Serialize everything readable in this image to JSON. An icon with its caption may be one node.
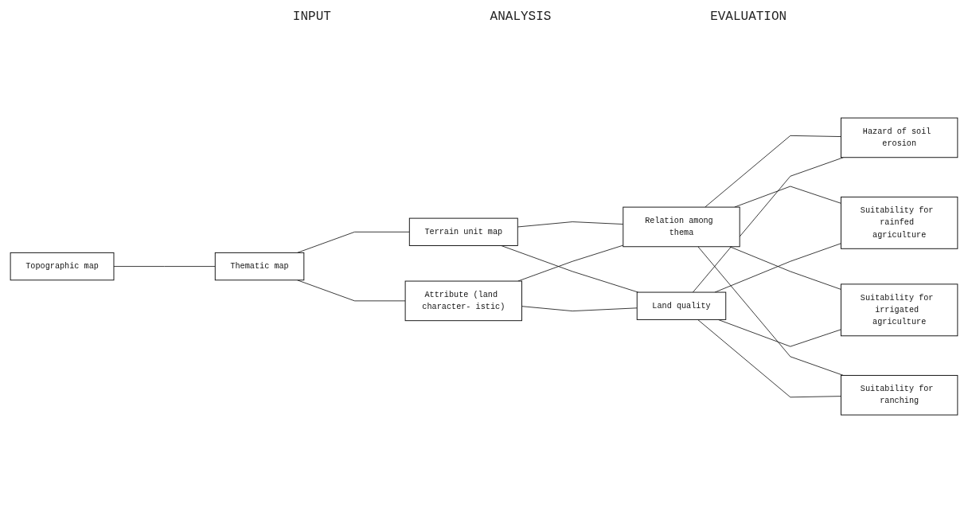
{
  "diagram": {
    "nodes": [
      {
        "text": [
          "Topographic map"
        ]
      },
      {
        "text": [
          "Thematic map"
        ]
      },
      {
        "text": [
          "Terrain unit map"
        ]
      },
      {
        "text": [
          "Attribute (land character- istic)"
        ]
      },
      {
        "text": [
          "Relation among thema"
        ]
      },
      {
        "text": [
          "Land quality"
        ]
      },
      {
        "text": [
          "Hazard of soil erosion"
        ]
      },
      {
        "text": [
          "Suitability for rainfed agriculture"
        ]
      },
      {
        "text": [
          "Suitability for irrigated agriculture"
        ]
      },
      {
        "text": [
          "Suitability for ranching"
        ]
      }
    ],
    "edges": [
      {
        "from": 0,
        "to": 1,
        "arrow": "none"
      },
      {
        "from": 1,
        "to": 2,
        "arrow": "none"
      },
      {
        "from": 1,
        "to": 3,
        "arrow": "none"
      },
      {
        "from": 2,
        "to": 4,
        "arrow": "none"
      },
      {
        "from": 2,
        "to": 5,
        "arrow": "none"
      },
      {
        "from": 3,
        "to": 4,
        "arrow": "none"
      },
      {
        "from": 3,
        "to": 5,
        "arrow": "none"
      },
      {
        "from": 4,
        "to": 6,
        "arrow": "none"
      },
      {
        "from": 4,
        "to": 7,
        "arrow": "none"
      },
      {
        "from": 4,
        "to": 8,
        "arrow": "none"
      },
      {
        "from": 4,
        "to": 9,
        "arrow": "none"
      },
      {
        "from": 5,
        "to": 6,
        "arrow": "none"
      },
      {
        "from": 5,
        "to": 7,
        "arrow": "none"
      },
      {
        "from": 5,
        "to": 8,
        "arrow": "none"
      },
      {
        "from": 5,
        "to": 9,
        "arrow": "none"
      }
    ],
    "labels": [
      "INPUT",
      "ANALYSIS",
      "EVALUATION"
    ]
  }
}
